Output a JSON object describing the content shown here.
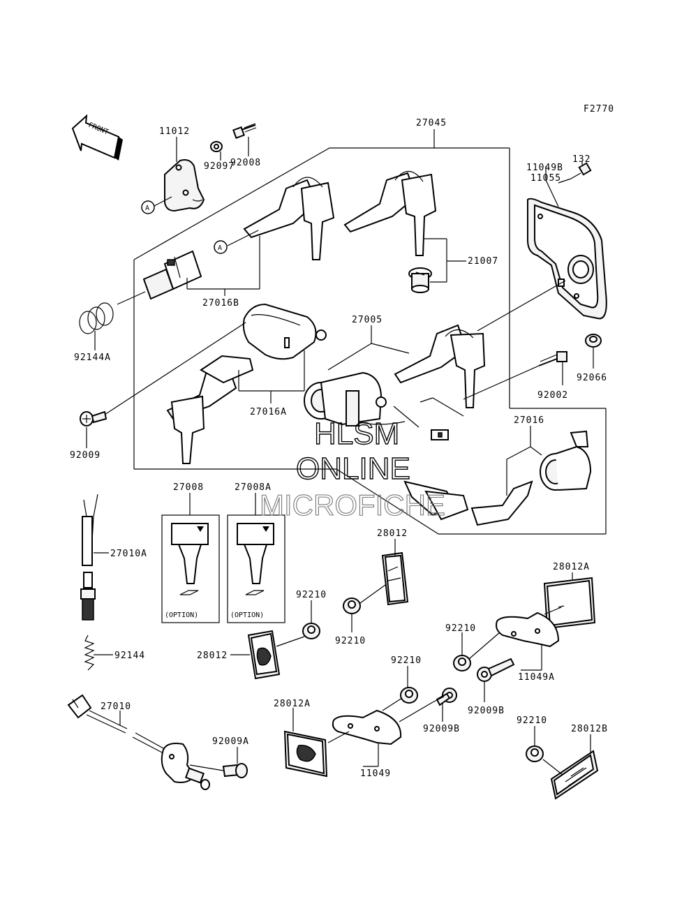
{
  "figure_id": "F2770",
  "front_label": "FRONT",
  "callout_a": "A",
  "option_label": "(OPTION)",
  "watermark": {
    "line1": "HLSM",
    "line2": "ONLINE",
    "line3": "MICROFICHE"
  },
  "labels": {
    "p11012": "11012",
    "p92008": "92008",
    "p92097": "92097",
    "p27045": "27045",
    "p11049B": "11049B",
    "p11055": "11055",
    "p132": "132",
    "p21007": "21007",
    "p27016B": "27016B",
    "p92144A": "92144A",
    "p27005": "27005",
    "p92066": "92066",
    "p92002": "92002",
    "p27016A": "27016A",
    "p92009": "92009",
    "p27016": "27016",
    "p27008": "27008",
    "p27008A": "27008A",
    "p27010A": "27010A",
    "p28012_top": "28012",
    "p28012A_right": "28012A",
    "p92210_a": "92210",
    "p92210_b": "92210",
    "p92210_c": "92210",
    "p92210_d": "92210",
    "p92210_e": "92210",
    "p28012_left": "28012",
    "p92144": "92144",
    "p11049A": "11049A",
    "p92009B_a": "92009B",
    "p92009B_b": "92009B",
    "p27010": "27010",
    "p28012A_mid": "28012A",
    "p92009A": "92009A",
    "p11049": "11049",
    "p28012B": "28012B"
  }
}
